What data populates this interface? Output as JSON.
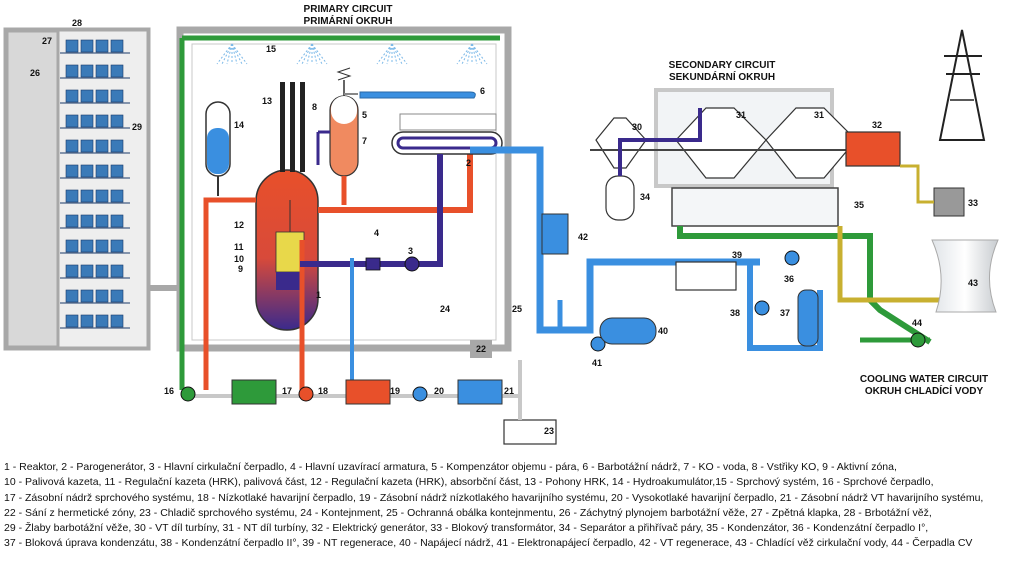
{
  "titles": {
    "primary_en": "PRIMARY CIRCUIT",
    "primary_cz": "PRIMÁRNÍ OKRUH",
    "secondary_en": "SECONDARY CIRCUIT",
    "secondary_cz": "SEKUNDÁRNÍ OKRUH",
    "cooling_en": "COOLING WATER CIRCUIT",
    "cooling_cz": "OKRUH CHLADÍCÍ VODY"
  },
  "numbers": [
    "1",
    "2",
    "3",
    "4",
    "5",
    "6",
    "7",
    "8",
    "9",
    "10",
    "11",
    "12",
    "13",
    "14",
    "15",
    "16",
    "17",
    "18",
    "19",
    "20",
    "21",
    "22",
    "23",
    "24",
    "25",
    "26",
    "27",
    "28",
    "29",
    "30",
    "31",
    "32",
    "33",
    "34",
    "35",
    "36",
    "37",
    "38",
    "39",
    "40",
    "41",
    "42",
    "43",
    "44"
  ],
  "legend_lines": [
    "1 - Reaktor, 2 - Parogenerátor, 3 - Hlavní cirkulační čerpadlo, 4 - Hlavní uzavírací armatura, 5 - Kompenzátor objemu - pára, 6 - Barbotážní nádrž, 7 - KO - voda, 8 - Vstřiky KO,  9 - Aktivní zóna,",
    "10 - Palivová kazeta, 11 - Regulační kazeta (HRK), palivová část, 12 - Regulační kazeta (HRK), absorbční část, 13 - Pohony HRK, 14 - Hydroakumulátor,15 - Sprchový systém, 16 - Sprchové čerpadlo,",
    "17 - Zásobní nádrž sprchového systému, 18 - Nízkotlaké havarijní čerpadlo, 19 - Zásobní nádrž nízkotlakého havarijního systému, 20 - Vysokotlaké havarijní čerpadlo, 21 - Zásobní nádrž VT havarijního systému,",
    "22 - Sání z hermetické zóny, 23 - Chladič sprchového systému, 24 - Kontejnment, 25 - Ochranná obálka kontejnmentu, 26 - Záchytný plynojem barbotážní věže, 27 - Zpětná klapka, 28 - Brbotážní věž,",
    "29 - Žlaby barbotážní věže, 30 - VT díl turbíny, 31 - NT díl turbíny, 32 - Elektrický generátor, 33 - Blokový transformátor, 34 - Separátor a přihřívač páry, 35 - Kondenzátor, 36 - Kondenzátní čerpadlo I°,",
    "37 - Bloková úprava kondenzátu, 38 - Kondenzátní čerpadlo II°, 39 - NT regenerace, 40 - Napájecí nádrž, 41 - Elektronapájecí čerpadlo, 42 - VT regenerace, 43 - Chladící věž cirkulační vody, 44 - Čerpadla CV"
  ],
  "colors": {
    "primary_hot": "#e8502a",
    "primary_cold": "#3a2a8c",
    "feedwater": "#3a8fe0",
    "cooling": "#2e9a3a",
    "steam": "#c8d4e0",
    "wall": "#a8a8a8",
    "tray": "#3a7ab8",
    "fuel": "#e8d84a",
    "gold": "#c8b030"
  }
}
